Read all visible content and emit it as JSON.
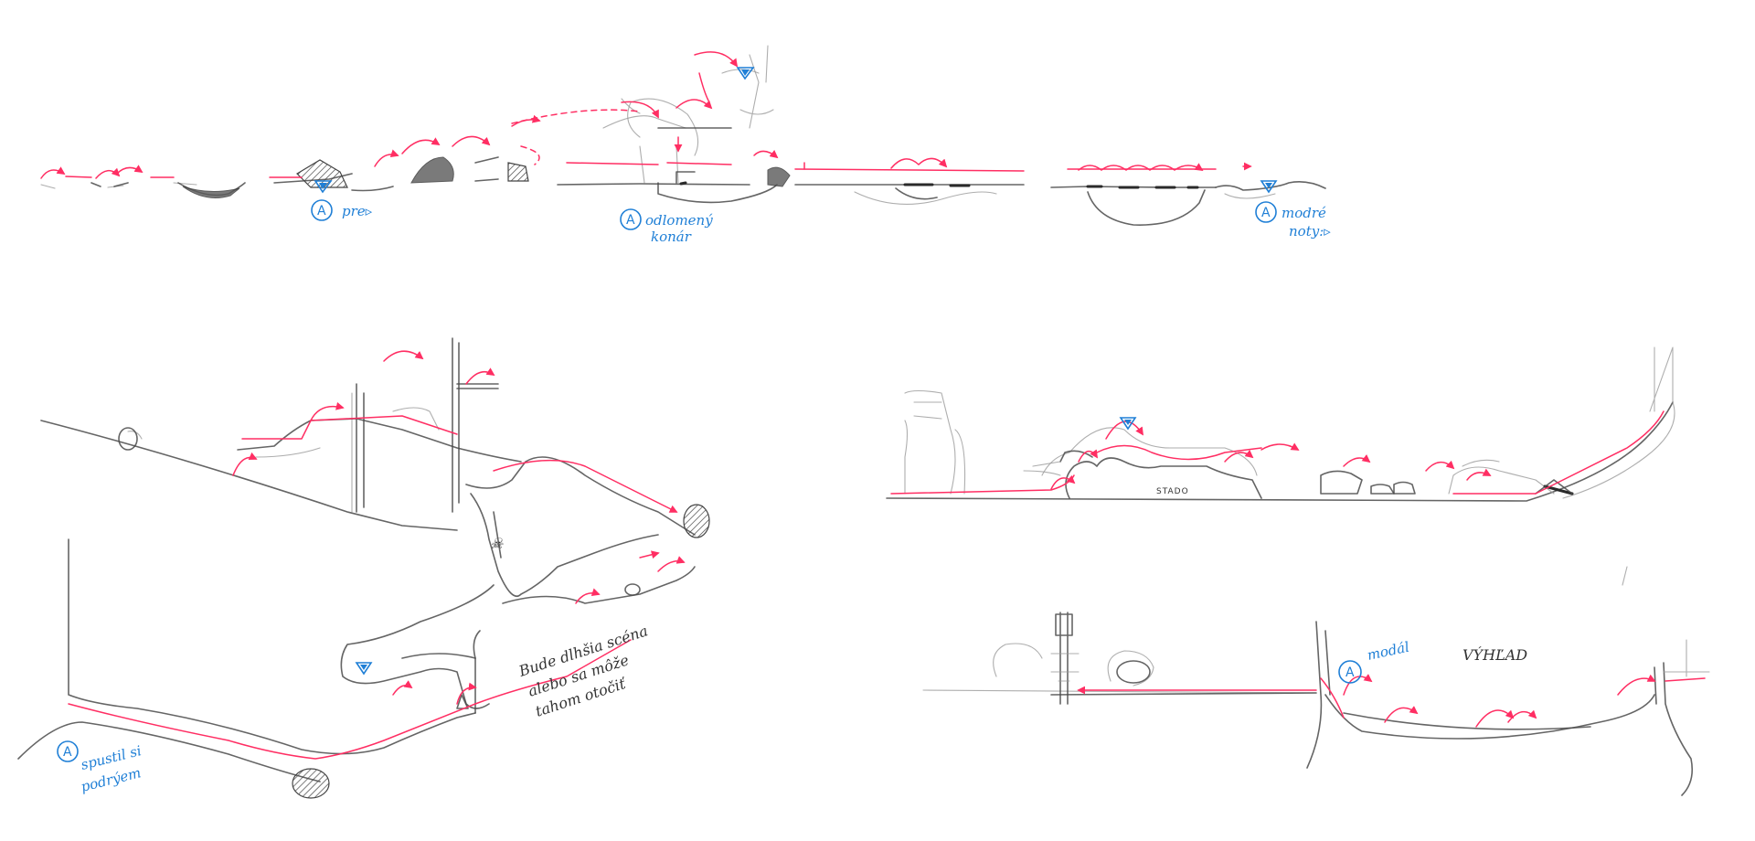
{
  "annotations": {
    "a_marker": "A",
    "note_pre": "pre▹",
    "note_branch_line1": "odlomený",
    "note_branch_line2": "konár",
    "note_blue_line1": "modré",
    "note_blue_line2": "noty:▹",
    "note_long_line1": "Bude dlhšia scéna",
    "note_long_line2": "alebo sa môže",
    "note_long_line3": "tahom otočiť",
    "note_slide_line1": "spustil si",
    "note_slide_line2": "podrýem",
    "note_modal": "modál",
    "label_herd": "STADO",
    "label_view": "VÝHĽAD",
    "label_skull": "☠"
  },
  "colors": {
    "pencil": "#4a4a4a",
    "route": "#ff2e63",
    "annotation": "#1f7fd6",
    "paper": "#ffffff"
  }
}
